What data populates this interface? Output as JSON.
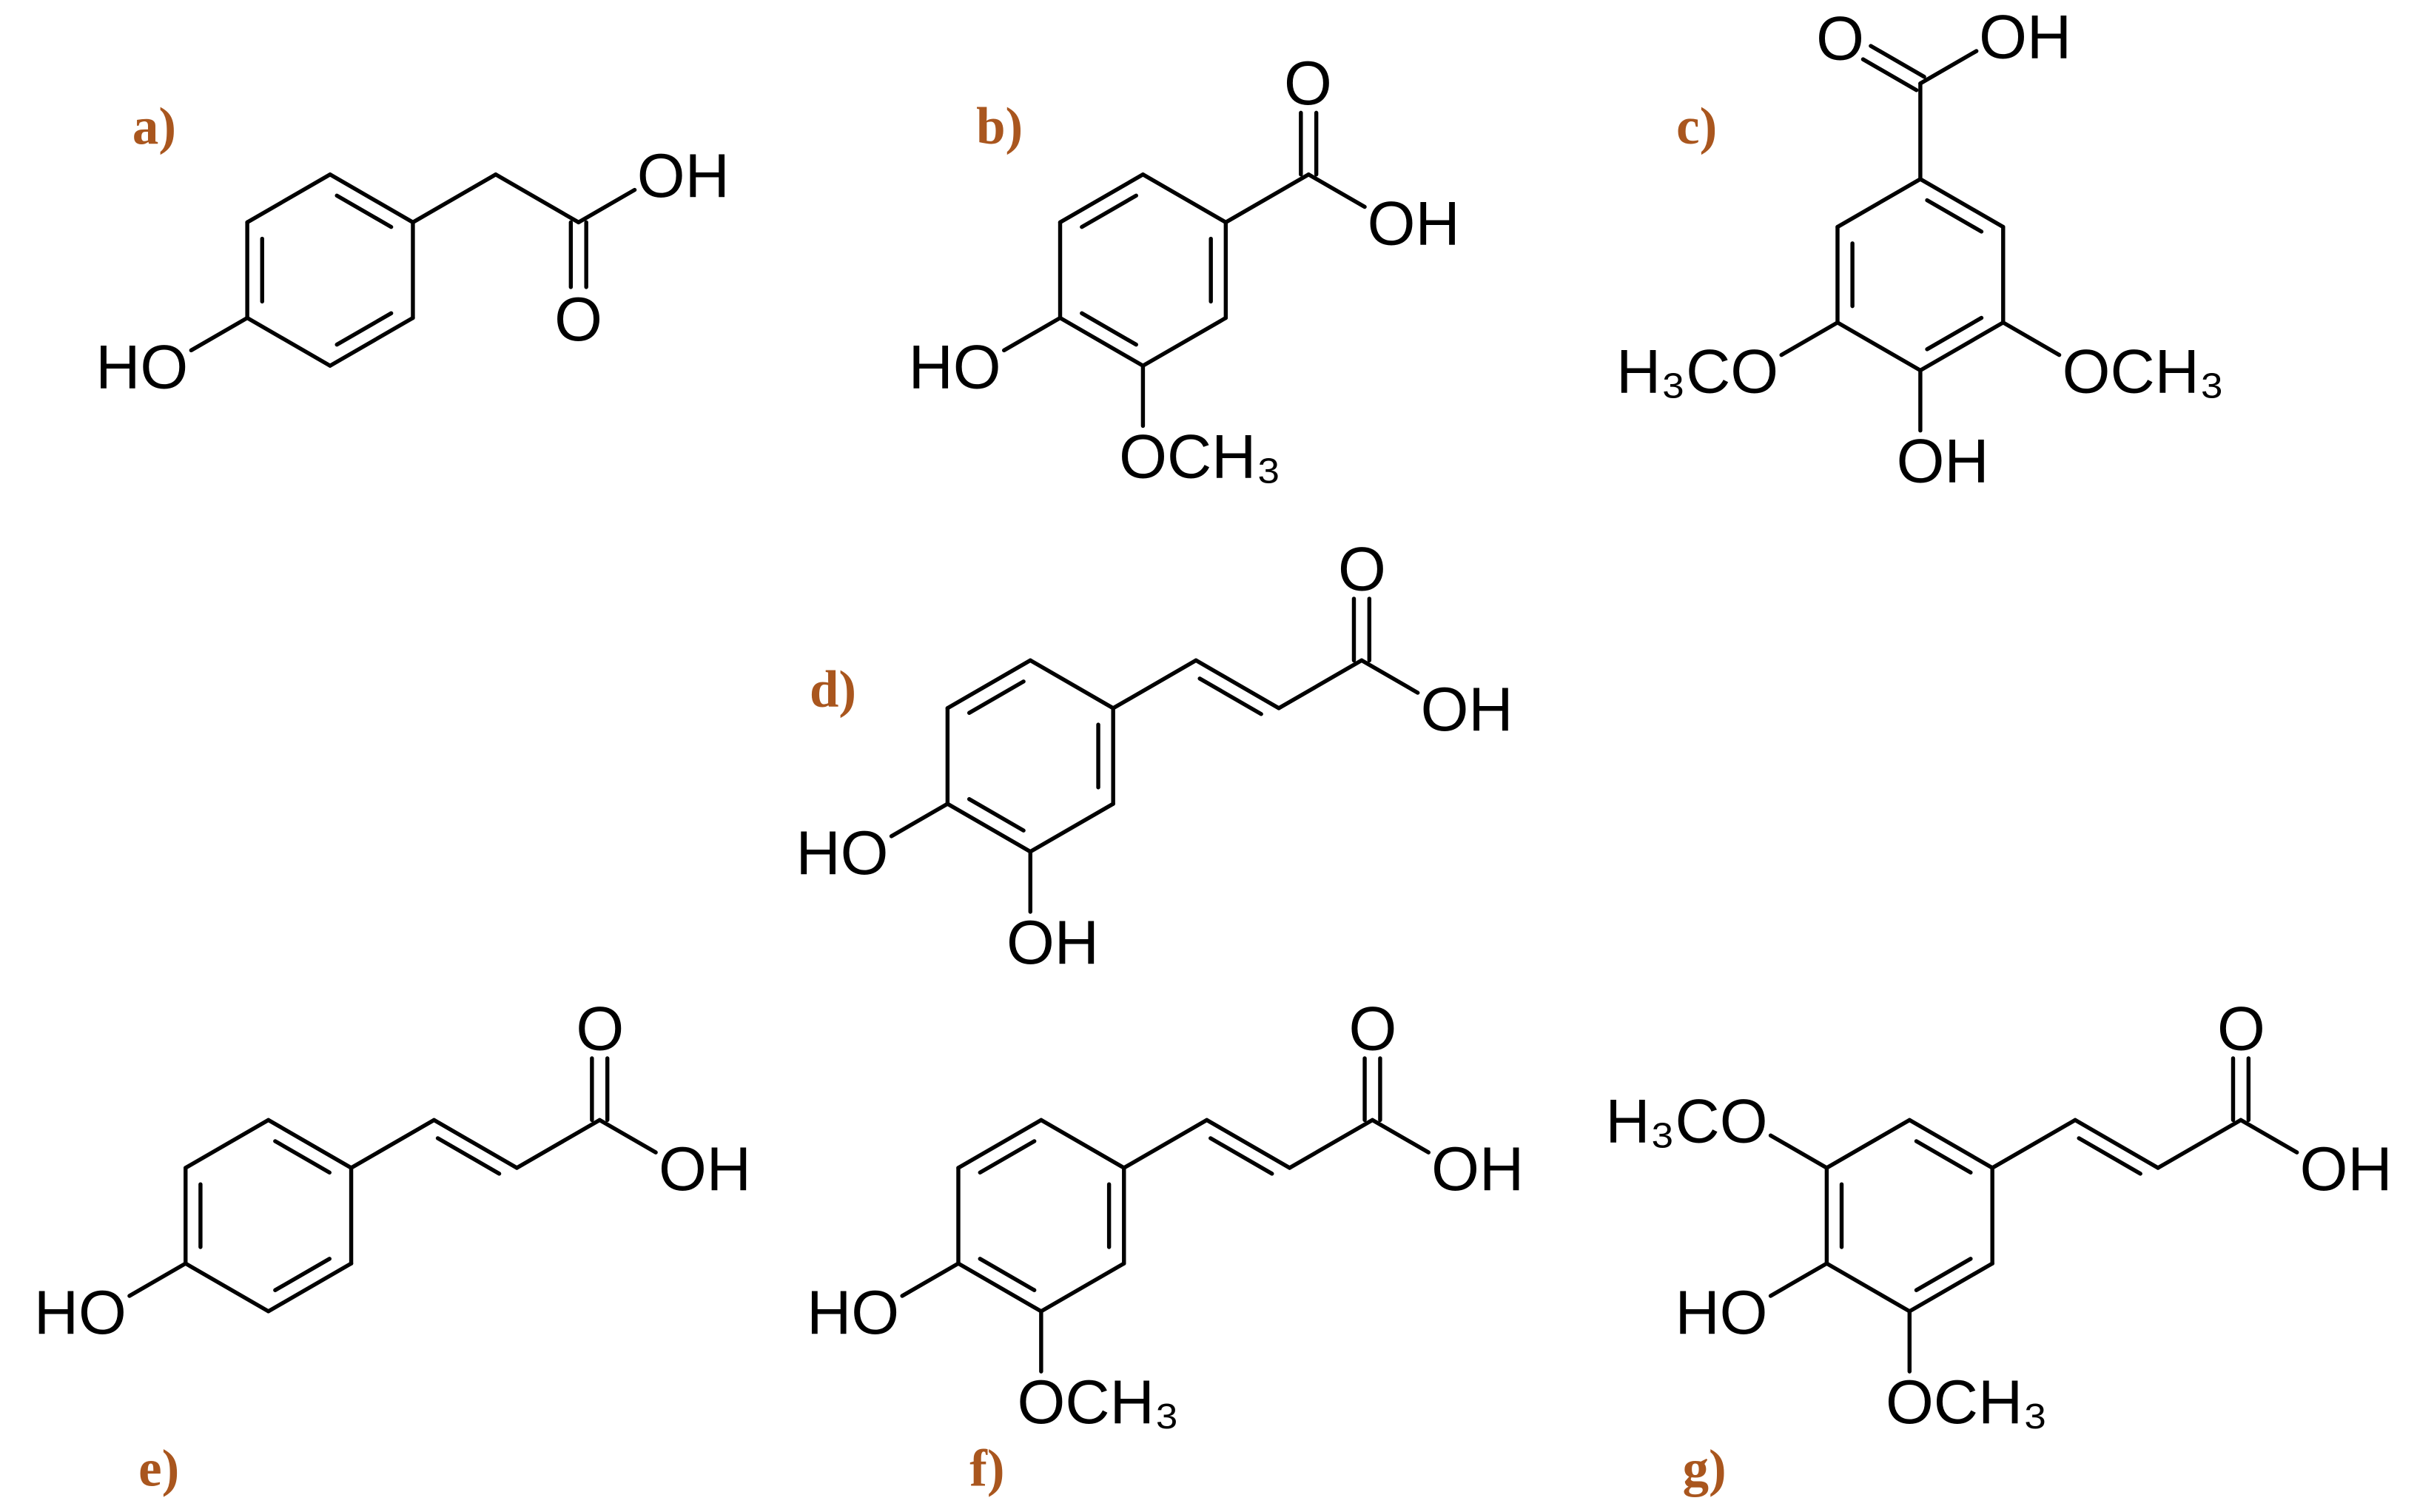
{
  "figure": {
    "colors": {
      "panel_label": "#a9561e",
      "bond": "#000000",
      "atom_text": "#000000",
      "background": "#ffffff"
    },
    "panels": {
      "a": {
        "label": "a)",
        "carboxyl_oh": "OH",
        "carbonyl_o": "O",
        "ring_ho": "HO"
      },
      "b": {
        "label": "b)",
        "carboxyl_oh": "OH",
        "carbonyl_o": "O",
        "ring_ho": "HO",
        "ring_methoxy": "OCH₃"
      },
      "c": {
        "label": "c)",
        "carboxyl_oh": "OH",
        "carbonyl_o": "O",
        "ring_methoxy_left": "H₃CO",
        "ring_methoxy_right": "OCH₃",
        "ring_oh": "OH"
      },
      "d": {
        "label": "d)",
        "carboxyl_oh": "OH",
        "carbonyl_o": "O",
        "ring_ho": "HO",
        "ring_oh": "OH"
      },
      "e": {
        "label": "e)",
        "carboxyl_oh": "OH",
        "carbonyl_o": "O",
        "ring_ho": "HO"
      },
      "f": {
        "label": "f)",
        "carboxyl_oh": "OH",
        "carbonyl_o": "O",
        "ring_ho": "HO",
        "ring_methoxy": "OCH₃"
      },
      "g": {
        "label": "g)",
        "carboxyl_oh": "OH",
        "carbonyl_o": "O",
        "ring_ho": "HO",
        "ring_methoxy_top": "H₃CO",
        "ring_methoxy_bottom": "OCH₃"
      }
    }
  }
}
